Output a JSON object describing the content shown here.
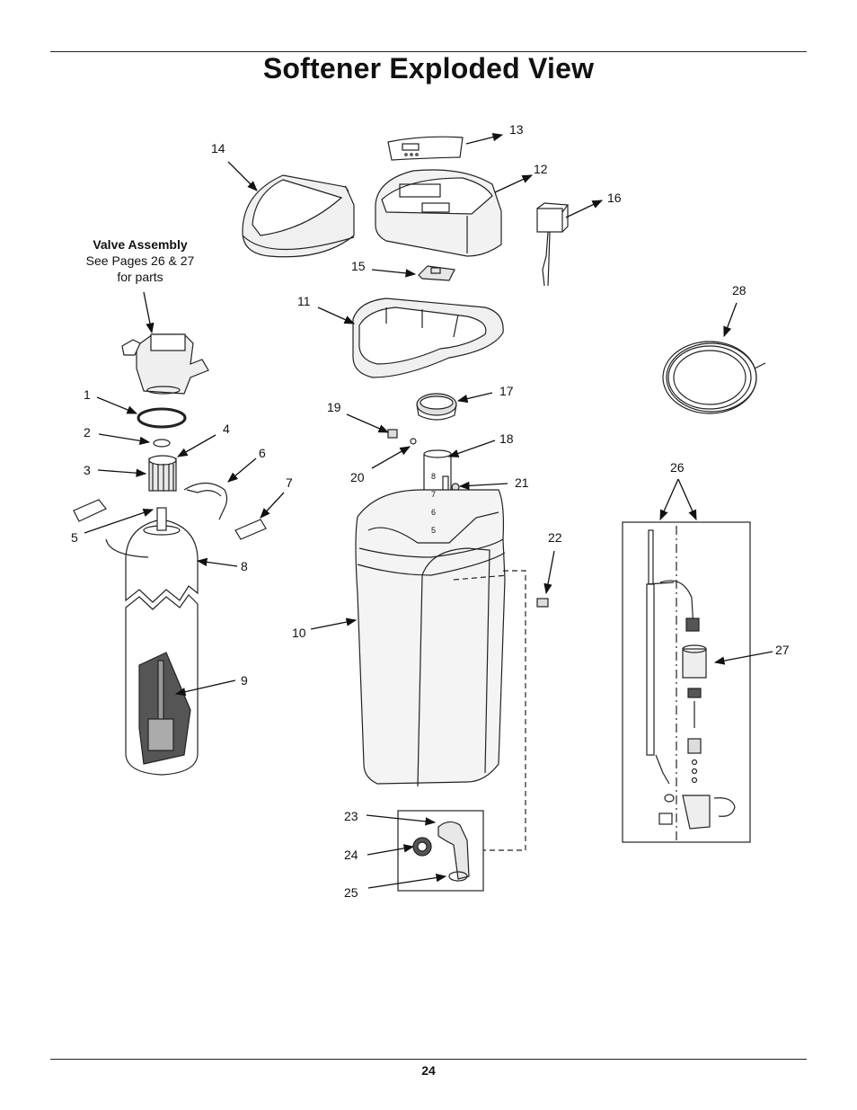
{
  "page": {
    "title": "Softener Exploded View",
    "page_number": "24"
  },
  "valve_assembly": {
    "heading": "Valve Assembly",
    "line1": "See Pages 26 & 27",
    "line2": "for parts"
  },
  "callouts": [
    "1",
    "2",
    "3",
    "4",
    "5",
    "6",
    "7",
    "8",
    "9",
    "10",
    "11",
    "12",
    "13",
    "14",
    "15",
    "16",
    "17",
    "18",
    "19",
    "20",
    "21",
    "22",
    "23",
    "24",
    "25",
    "26",
    "27",
    "28"
  ],
  "level_marks": [
    "8",
    "7",
    "6",
    "5"
  ]
}
